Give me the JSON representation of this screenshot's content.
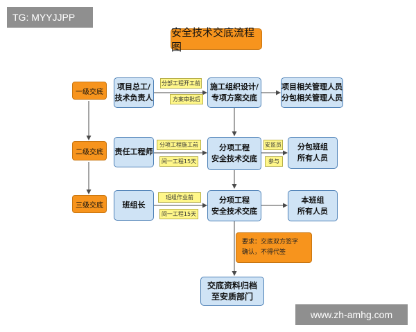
{
  "watermark_top": "TG: MYYJJPP",
  "watermark_bottom": "www.zh-amhg.com",
  "title": "安全技术交底流程图",
  "levels": [
    "一级交底",
    "二级交底",
    "三级交底"
  ],
  "row1": {
    "left": [
      "项目总工/",
      "技术负责人"
    ],
    "notes": [
      "分部工程开工前",
      "方案审批后"
    ],
    "center": [
      "施工组织设计/",
      "专项方案交底"
    ],
    "right": [
      "项目相关管理人员",
      "分包相关管理人员"
    ]
  },
  "row2": {
    "left": [
      "责任工程师"
    ],
    "notes": [
      "分项工程施工前",
      "间一工程15天"
    ],
    "center": [
      "分项工程",
      "安全技术交底"
    ],
    "right_notes": [
      "安监员",
      "参与"
    ],
    "right": [
      "分包班组",
      "所有人员"
    ]
  },
  "row3": {
    "left": [
      "班组长"
    ],
    "notes": [
      "班组作业前",
      "间一工程15天"
    ],
    "center": [
      "分项工程",
      "安全技术交底"
    ],
    "right": [
      "本班组",
      "所有人员"
    ]
  },
  "requirement": [
    "要求：交底双方签字",
    "确认，不得代签"
  ],
  "archive": [
    "交底资料归档",
    "至安质部门"
  ]
}
